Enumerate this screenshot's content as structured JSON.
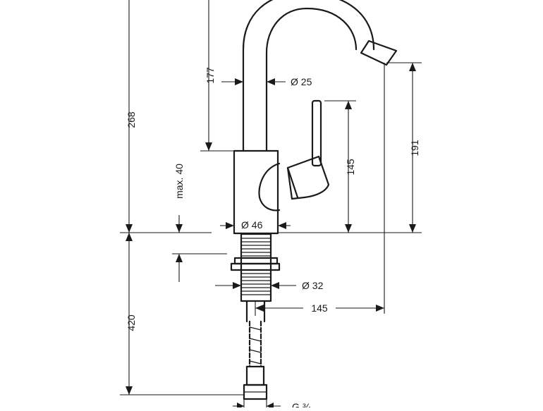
{
  "dimensions": {
    "total_height": "268",
    "spout_height": "177",
    "spout_diameter": "Ø 25",
    "lever_height": "145",
    "spout_outlet_height": "191",
    "max_deck": "max. 40",
    "body_diameter": "Ø 46",
    "shank_diameter": "Ø 32",
    "projection": "145",
    "hose_length": "420",
    "connection": "G ¾"
  }
}
